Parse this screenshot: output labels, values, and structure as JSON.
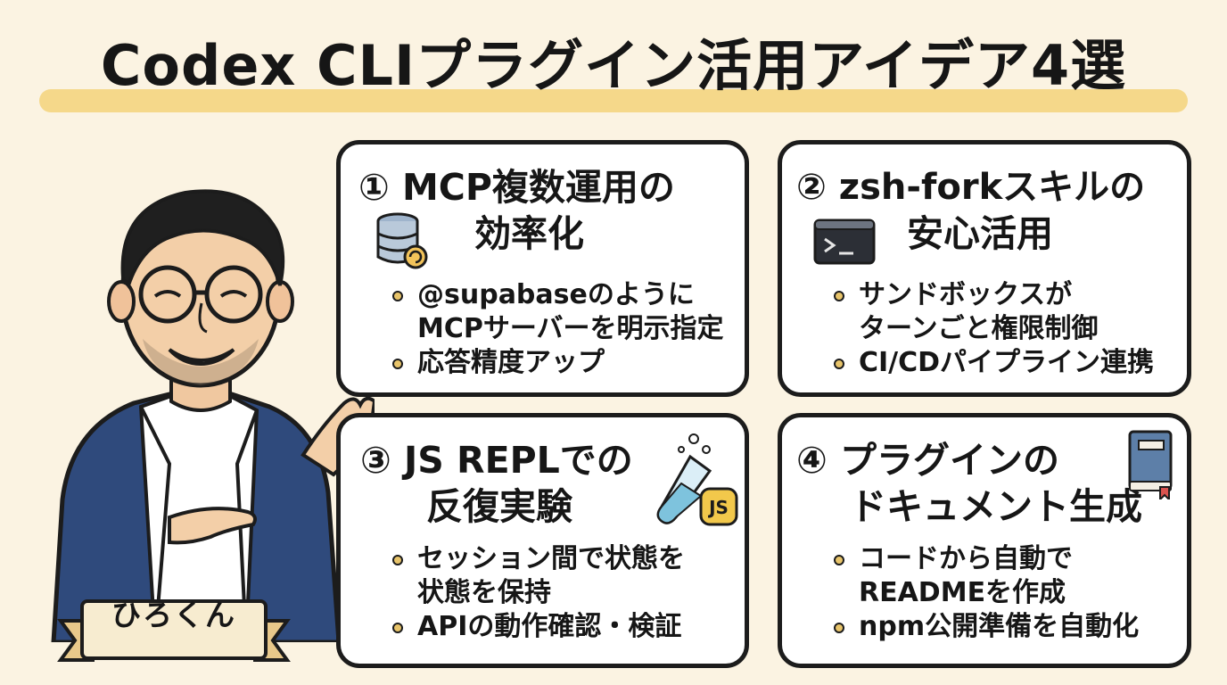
{
  "title": "Codex CLIプラグイン活用アイデア4選",
  "character": {
    "name": "ひろくん"
  },
  "cards": [
    {
      "title_line1": "① MCP複数運用の",
      "title_line2": "効率化",
      "icon": "database-sync-icon",
      "bullets": [
        "@supabaseのように",
        "MCPサーバーを明示指定",
        "応答精度アップ"
      ]
    },
    {
      "title_line1": "② zsh-forkスキルの",
      "title_line2": "安心活用",
      "icon": "terminal-icon",
      "bullets": [
        "サンドボックスが",
        "ターンごと権限制御",
        "CI/CDパイプライン連携"
      ]
    },
    {
      "title_line1": "③ JS REPLでの",
      "title_line2": "反復実験",
      "icon": "test-tube-js-icon",
      "icon_label": "JS",
      "bullets": [
        "セッション間で状態を",
        "状態を保持",
        "APIの動作確認・検証"
      ]
    },
    {
      "title_line1": "④ プラグインの",
      "title_line2": "ドキュメント生成",
      "icon": "book-icon",
      "bullets": [
        "コードから自動で",
        "READMEを作成",
        "npm公開準備を自動化"
      ]
    }
  ],
  "colors": {
    "background": "#fbf3e2",
    "highlight": "#f3d27a",
    "bullet": "#e8c46a",
    "jacket": "#2f4a7c"
  }
}
